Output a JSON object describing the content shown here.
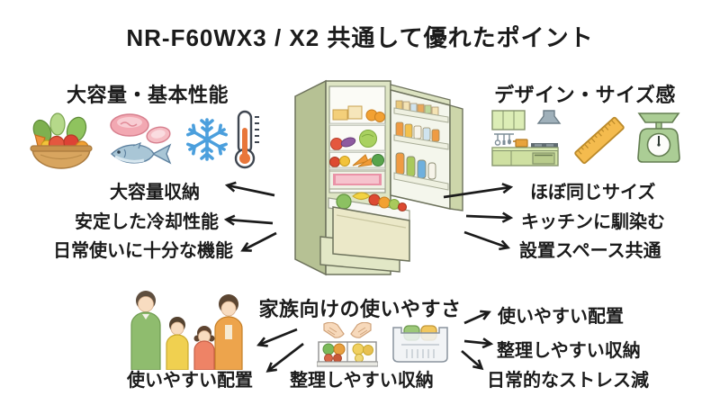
{
  "title": "NR-F60WX3 / X2 共通して優れたポイント",
  "sections": {
    "capacity": {
      "heading": "大容量・基本性能",
      "icons": [
        "vegetable-basket-icon",
        "meat-fish-icon",
        "snowflake-icon",
        "thermometer-icon"
      ],
      "labels": [
        "大容量収納",
        "安定した冷却性能",
        "日常使いに十分な機能"
      ]
    },
    "design": {
      "heading": "デザイン・サイズ感",
      "icons": [
        "kitchen-icon",
        "ruler-icon",
        "kitchen-scale-icon"
      ],
      "labels": [
        "ほぼ同じサイズ",
        "キッチンに馴染む",
        "設置スペース共通"
      ]
    },
    "family": {
      "heading": "家族向けの使いやすさ",
      "icons": [
        "family-icon",
        "food-tray-icon",
        "storage-drawer-icon"
      ],
      "bottom_labels": [
        "使いやすい配置",
        "整理しやすい収納"
      ],
      "right_labels": [
        "使いやすい配置",
        "整理しやすい収納",
        "日常的なストレス減"
      ]
    }
  },
  "center_illustration": "open-refrigerator-with-food",
  "colors": {
    "text": "#1b1b1b",
    "arrow": "#1b1b1b",
    "fridge_body": "#cdd6a8",
    "fridge_side": "#b6c194",
    "snowflake_blue": "#4b9fdd",
    "thermometer_orange": "#e8763a",
    "ruler_orange": "#f4bb4e",
    "scale_green": "#abcd95",
    "kitchen_green": "#dcedb6"
  }
}
